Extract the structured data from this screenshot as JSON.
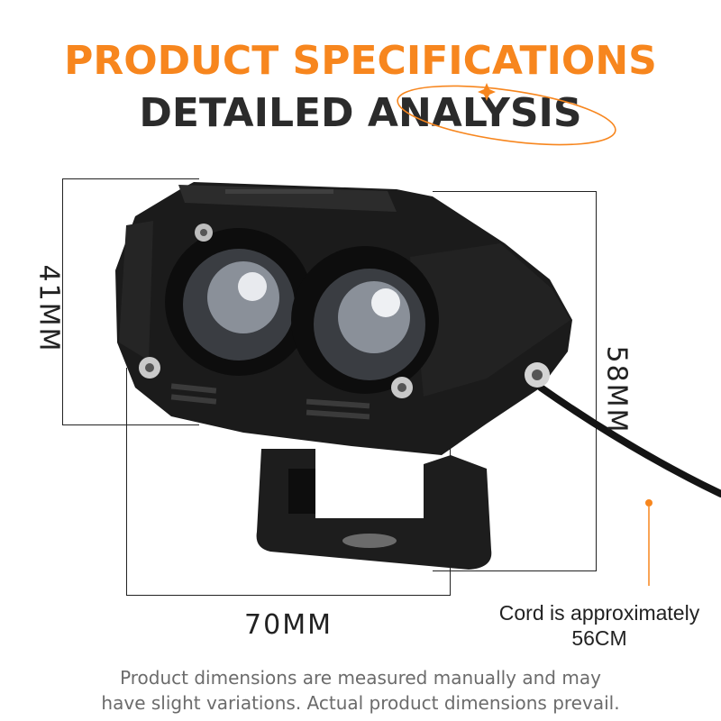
{
  "header": {
    "title": "PRODUCT SPECIFICATIONS",
    "subtitle": "DETAILED ANALYSIS"
  },
  "dimensions": {
    "height_front": "41MM",
    "height_side": "58MM",
    "width": "70MM"
  },
  "cord_note": {
    "line1": "Cord is approximately",
    "line2": "56CM"
  },
  "footer": {
    "line1": "Product dimensions are measured manually and may",
    "line2": "have slight variations. Actual product dimensions prevail."
  },
  "colors": {
    "accent": "#f7861e",
    "dark_text": "#2b2b2b",
    "body_text": "#6b6b6b"
  },
  "icons": {
    "product": "dual-lens-headlight-icon",
    "deco": "orbit-swoosh-icon"
  }
}
